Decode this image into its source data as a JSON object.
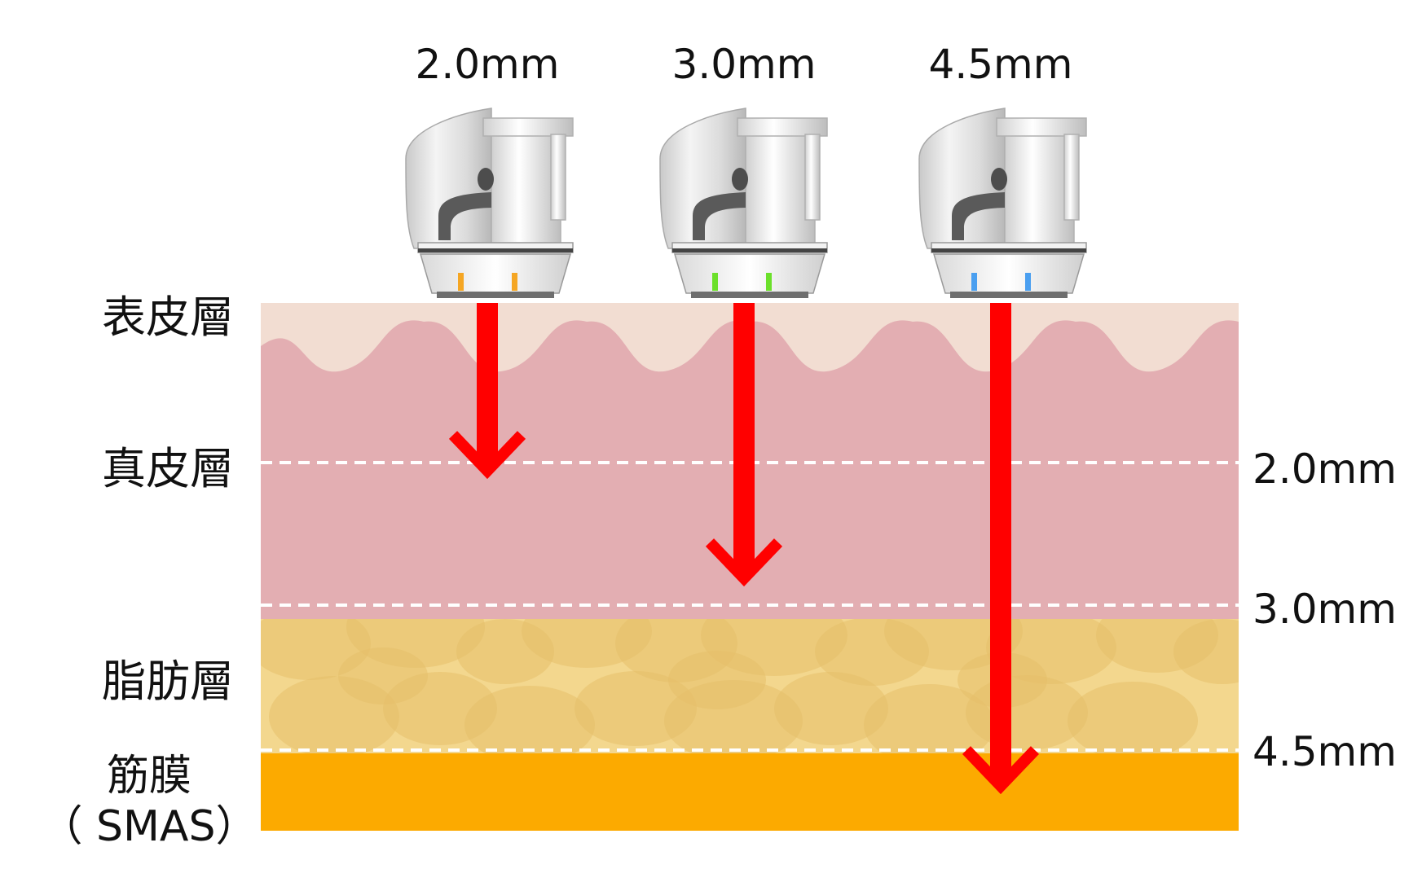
{
  "probes": [
    {
      "label": "2.0mm",
      "led_color": "#f5a623",
      "depth_mm": 2.0
    },
    {
      "label": "3.0mm",
      "led_color": "#6be02a",
      "depth_mm": 3.0
    },
    {
      "label": "4.5mm",
      "led_color": "#4a9ff0",
      "depth_mm": 4.5
    }
  ],
  "layers": [
    {
      "name": "表皮層",
      "color": "#f2ddd2"
    },
    {
      "name": "真皮層",
      "color": "#e3aeb2"
    },
    {
      "name": "脂肪層",
      "color": "#f3d78e"
    },
    {
      "name_line1": "筋膜",
      "name_line2": "（ SMAS）",
      "color": "#fcaa00",
      "label_color": "#c0166a"
    }
  ],
  "depth_markers": [
    {
      "label": "2.0mm"
    },
    {
      "label": "3.0mm"
    },
    {
      "label": "4.5mm"
    }
  ],
  "colors": {
    "arrow": "#ff0000",
    "fat_cell": "#e6c06a",
    "dashed_line": "#ffffff"
  }
}
